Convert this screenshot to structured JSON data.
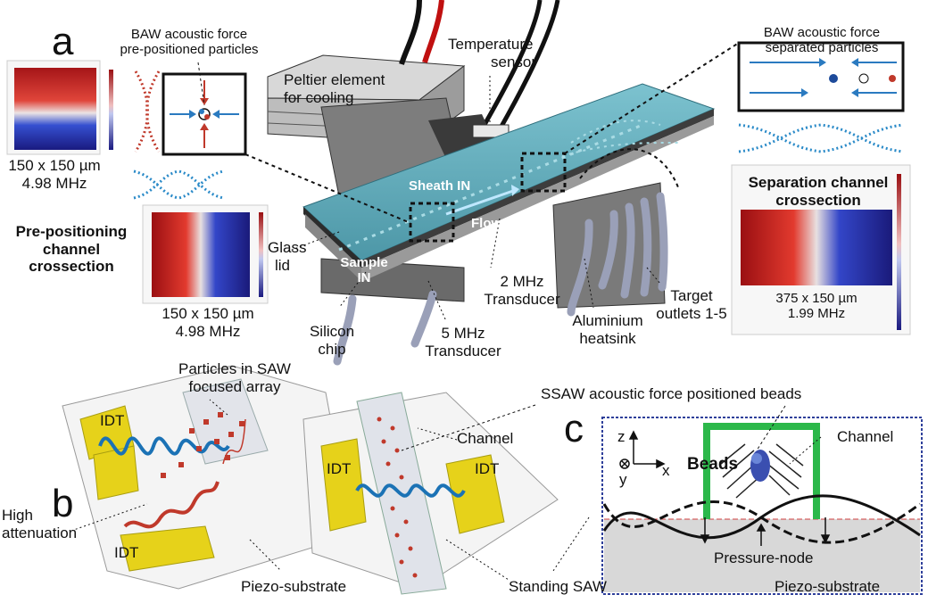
{
  "panel_labels": {
    "a": "a",
    "b": "b",
    "c": "c"
  },
  "colors": {
    "bg": "#ffffff",
    "glass": "#5fa9b8",
    "red_field": "#c8202a",
    "blue_field": "#1f2f9a",
    "saw_blue": "#1b72b5",
    "saw_red": "#c0392b",
    "idt_gold": "#e6d21a",
    "channel_green": "#2cb84a"
  },
  "a": {
    "baw_prepos": [
      "BAW acoustic force",
      "pre-positioned particles"
    ],
    "dims1": [
      "150 x 150 µm",
      "4.98 MHz"
    ],
    "prepos_title": [
      "Pre-positioning",
      "channel",
      "crossection"
    ],
    "dims2": [
      "150 x 150 µm",
      "4.98 MHz"
    ],
    "peltier": [
      "Peltier element",
      "for cooling"
    ],
    "temp_sensor": [
      "Temperature",
      "sensor"
    ],
    "baw_sep": [
      "BAW acoustic force",
      "separated particles"
    ],
    "sep_title": [
      "Separation channel",
      "crossection"
    ],
    "dims3": [
      "375 x 150 µm",
      "1.99 MHz"
    ],
    "sheath": "Sheath IN",
    "flow": "Flow",
    "sample": [
      "Sample",
      "IN"
    ],
    "glass_lid": [
      "Glass",
      "lid"
    ],
    "silicon": [
      "Silicon",
      "chip"
    ],
    "t5": [
      "5 MHz",
      "Transducer"
    ],
    "t2": [
      "2 MHz",
      "Transducer"
    ],
    "heatsink": [
      "Aluminium",
      "heatsink"
    ],
    "outlets": [
      "Target",
      "outlets 1-5"
    ]
  },
  "b": {
    "particles": [
      "Particles in SAW",
      "focused array"
    ],
    "idt": "IDT",
    "high_att": [
      "High",
      "attenuation"
    ],
    "channel": "Channel",
    "piezo": "Piezo-substrate"
  },
  "ssaw_title": "SSAW acoustic force positioned beads",
  "standing_saw": "Standing SAW",
  "c": {
    "axis_z": "z",
    "axis_x": "x",
    "axis_y": "y",
    "beads": "Beads",
    "channel": "Channel",
    "pressure_node": "Pressure-node",
    "piezo": "Piezo-substrate"
  }
}
